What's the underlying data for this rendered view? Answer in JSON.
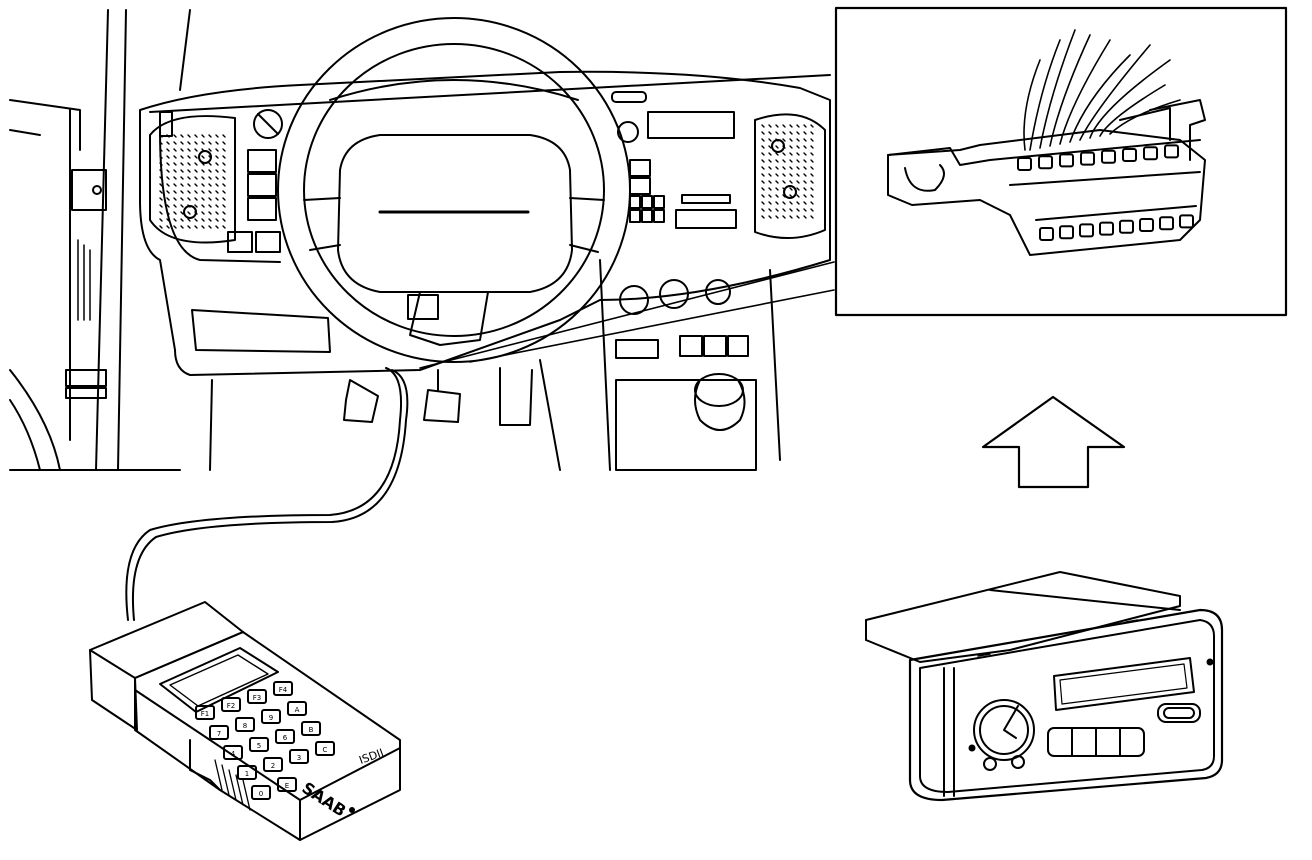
{
  "diagram": {
    "style": "black line illustration on white",
    "colors": {
      "ink": "#000000",
      "paper": "#ffffff"
    },
    "components": [
      {
        "id": "dashboard",
        "label": ""
      },
      {
        "id": "steering-wheel",
        "label": ""
      },
      {
        "id": "diagnostic-connector",
        "label": ""
      },
      {
        "id": "diagnostic-tester",
        "label": ""
      },
      {
        "id": "instrument-unit",
        "label": ""
      }
    ],
    "tester": {
      "brand": "SAAB",
      "model": "ISDII",
      "keypad": [
        "F1",
        "F2",
        "F3",
        "F4",
        "7",
        "8",
        "9",
        "A",
        "4",
        "5",
        "6",
        "B",
        "1",
        "2",
        "3",
        "C",
        "0",
        "E"
      ]
    },
    "connector_pin_rows": [
      8,
      8
    ],
    "arrow_direction": "up"
  }
}
